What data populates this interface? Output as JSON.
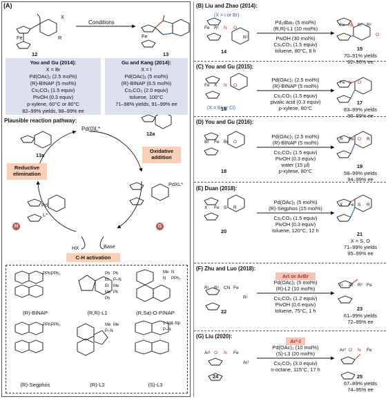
{
  "panels": {
    "A": {
      "label": "(A)",
      "conditions_label": "Conditions",
      "sm_label": "12",
      "product_label": "13",
      "sm_x": "X",
      "sm_r": "R",
      "sm_fe": "Fe",
      "product_fe": "Fe",
      "left_conditions": [
        "You and Gu (2014):",
        "X = Br",
        "Pd(OAc)₂ (2.5 mol%)",
        "(R)-BINAP (5 mol%)",
        "Cs₂CO₃ (1.5 equiv)",
        "PivOH (0.3 equiv)",
        "p-xylene, 60°C or 80°C",
        "82–99% yields, 98–99% ee"
      ],
      "right_conditions": [
        "Gu and Kang (2014):",
        "X = I",
        "Pd(OAc)₂ (5 mol%)",
        "(R)-BINAP (6.5 mol%)",
        "Cs₂CO₃ (2.0 equiv)",
        "toluene, 100°C",
        "71–98% yields, 91–99% ee"
      ],
      "pathway_title": "Plausible reaction pathway:",
      "intermediates": {
        "i13a": "13a",
        "i12a": "12a",
        "pd0": "Pd(0)L*",
        "pdxl": "PdXL*",
        "pd": "Pd",
        "lstar": "L*"
      },
      "steps": {
        "reductive": [
          "Reductive",
          "elimination"
        ],
        "oxidative": [
          "Oxidative",
          "addition"
        ],
        "ch": "C-H activation"
      },
      "hx": "HX",
      "base": "Base",
      "circle_h": "H",
      "circle_g": "G",
      "ligands": [
        {
          "name": "(R)-BINAP",
          "sub": [
            "PPh₂",
            "PPh₂"
          ]
        },
        {
          "name": "(R,R)-L1",
          "sub": [
            "Ph",
            "Ph",
            "Et",
            "P–N",
            "Et",
            "Me",
            "Me",
            "Ph",
            "Ph"
          ]
        },
        {
          "name": "(R,Sa)-O-PINAP",
          "sub": [
            "Me",
            "N",
            "N",
            "PPh₂"
          ]
        },
        {
          "name": "(R)-Segphos",
          "sub": [
            "PPh₂",
            "PPh₂"
          ]
        },
        {
          "name": "(R)-L2",
          "sub": [
            "Me",
            "Me",
            "P–N"
          ]
        },
        {
          "name": "(S)-L3",
          "sub": [
            "1-Np",
            "1-Np",
            "P–N"
          ]
        }
      ]
    },
    "B": {
      "label": "(B)",
      "title": "Liu and Zhao (2014):",
      "x_note": "(X = I or Br)",
      "sm": "14",
      "product": "15",
      "reagents_top": [
        "Pd₂dba₃ (5 mol%)",
        "(R,R)-L1 (10 mol%)"
      ],
      "reagents_bottom": [
        "PivOH (30 mol%)",
        "Cs₂CO₃ (1.5 equiv)",
        "toluene, 80°C, 8 h"
      ],
      "result": [
        "70–91% yields",
        "82–96% ee"
      ],
      "atoms": [
        "Fe",
        "R¹",
        "N",
        "O",
        "R²",
        "Fe",
        "N",
        "R¹",
        "R²",
        "O"
      ]
    },
    "C": {
      "label": "(C)",
      "title": "You and Gu (2015):",
      "x_note": "(X = Br or Cl)",
      "sm": "16",
      "product": "17",
      "reagents_top": [
        "Pd(OAc)₂ (2.5 mol%)",
        "(R)-BINAP (5 mol%)"
      ],
      "reagents_bottom": [
        "Cs₂CO₃ (1.5 equiv)",
        "pivalic acid (0.3 equiv)",
        "p-xylene, 80°C"
      ],
      "result": [
        "83–99% yields",
        "96–99% ee"
      ],
      "atoms": [
        "Fe",
        "X",
        "N",
        "O",
        "Fe",
        "N",
        "O"
      ]
    },
    "D": {
      "label": "(D)",
      "title": "You and Gu (2016):",
      "sm": "18",
      "product": "19",
      "reagents_top": [
        "Pd(OAc)₂ (2.5 mol%)",
        "(R)-BINAP (5 mol%)"
      ],
      "reagents_bottom": [
        "Cs₂CO₃ (1.5 equiv)",
        "PivOH (0.3 equiv)",
        "water (15 µl)",
        "p-xylene, 80°C"
      ],
      "result": [
        "58–99% yields",
        "94–99% ee"
      ],
      "atoms": [
        "Br",
        "Fe",
        "Br",
        "O",
        "R",
        "Fe",
        "O",
        "R"
      ]
    },
    "E": {
      "label": "(E)",
      "title": "Duan (2018):",
      "sm": "20",
      "product": "21",
      "reagents_top": [
        "Pd(OAc)₂ (5 mol%)",
        "(R)-Segphos (15 mol%)"
      ],
      "reagents_bottom": [
        "Cs₂CO₃ (1.5 equiv)",
        "PivOH (0.3 equiv)",
        "toluene, 120°C, 12 h"
      ],
      "result": [
        "X = S, O",
        "71–99% yields",
        "95–99% ee"
      ],
      "atoms": [
        "X",
        "Fe",
        "S",
        "R",
        "X",
        "Fe",
        "S",
        "R"
      ]
    },
    "F": {
      "label": "(F)",
      "title": "Zhu and Luo (2018):",
      "reagent_highlight": "ArI or ArBr",
      "sm": "22",
      "product": "23",
      "reagents_top": [
        "Pd(OAc)₂ (5 mol%)",
        "(R)-L2 (10 mol%)"
      ],
      "reagents_bottom": [
        "Cs₂CO₃ (1.2 equiv)",
        "PivOH (0.6 equiv)",
        "toluene, 75°C, 1 h"
      ],
      "result": [
        "61–99% yields",
        "72–99% ee"
      ],
      "atoms": [
        "R¹",
        "R²",
        "CN",
        "Fe",
        "R¹",
        "N",
        "Ar",
        "R²",
        "Fe"
      ]
    },
    "G": {
      "label": "(G)",
      "title": "Liu (2020):",
      "reagent_highlight": "Ar²-I",
      "sm": "24",
      "product": "25",
      "reagents_top": [
        "Pd(OAc)₂ (10 mol%)",
        "(S)-L3 (20 mol%)"
      ],
      "reagents_bottom": [
        "Cs₂CO₃ (3.0 equiv)",
        "n-octane, 115°C, 17 h"
      ],
      "result": [
        "67–89% yields",
        "74–95% ee"
      ],
      "atoms": [
        "Ar¹",
        "O",
        "N",
        "Fe",
        "Ar¹",
        "Ar²",
        "O",
        "N",
        "Fe"
      ]
    }
  },
  "colors": {
    "accent_blue": "#2a64c8",
    "accent_red": "#d2412c",
    "condition_bg": "#dde0ee",
    "step_bg": "#fbd0b6",
    "highlight_bg": "#f6c4b4",
    "circle_bg": "#b65a55"
  },
  "icons": [
    "ferrocene-icon",
    "arrow-icon",
    "cycle-arrow-icon"
  ]
}
